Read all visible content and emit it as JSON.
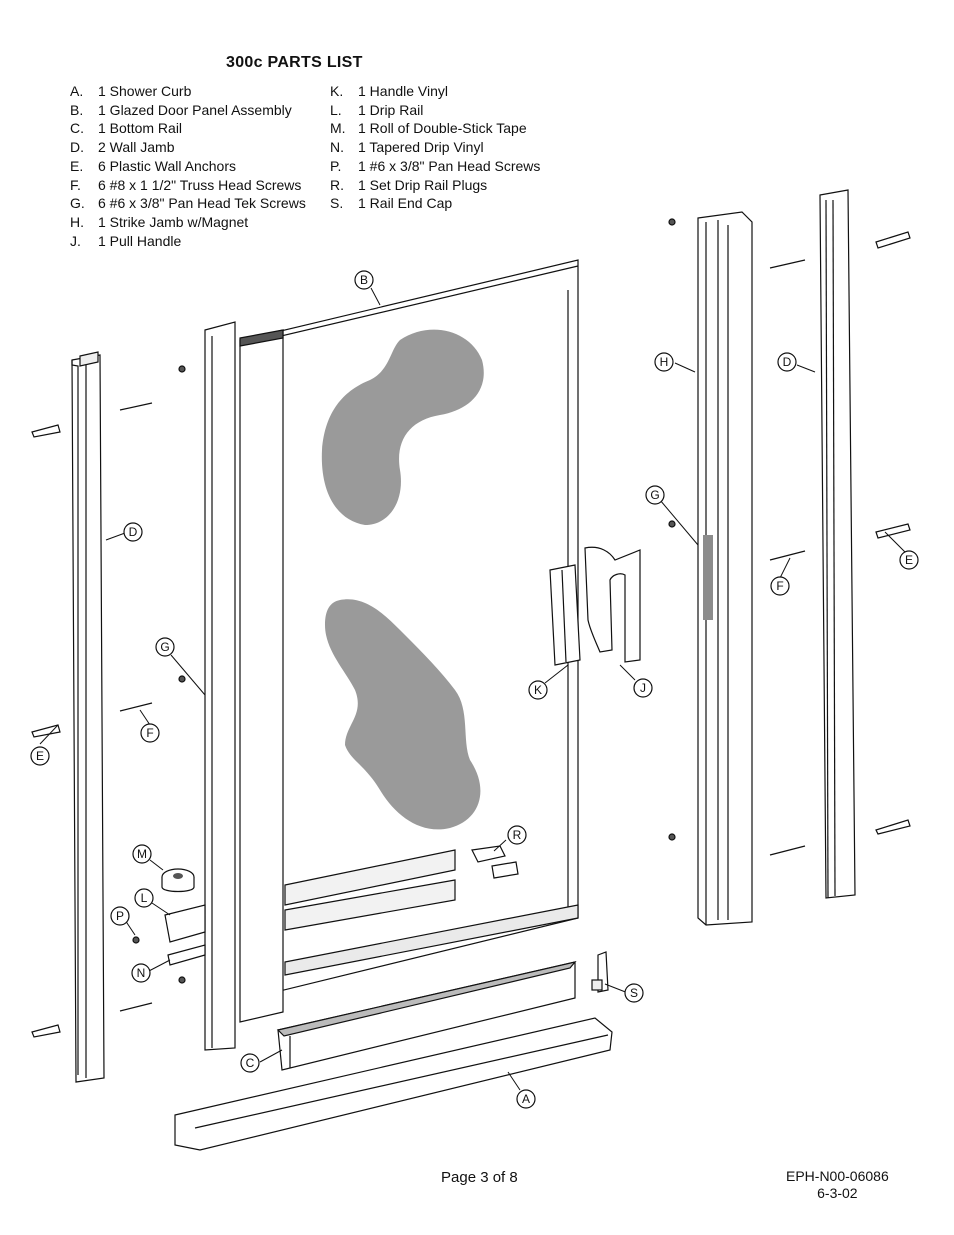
{
  "title": "300c PARTS LIST",
  "parts_col1": [
    {
      "letter": "A.",
      "text": "1 Shower Curb"
    },
    {
      "letter": "B.",
      "text": "1 Glazed Door Panel Assembly"
    },
    {
      "letter": "C.",
      "text": "1 Bottom Rail"
    },
    {
      "letter": "D.",
      "text": "2 Wall Jamb"
    },
    {
      "letter": "E.",
      "text": "6 Plastic Wall Anchors"
    },
    {
      "letter": "F.",
      "text": "6 #8 x 1 1/2\" Truss Head Screws"
    },
    {
      "letter": "G.",
      "text": "6 #6 x 3/8\" Pan Head Tek Screws"
    },
    {
      "letter": "H.",
      "text": "1 Strike Jamb w/Magnet"
    },
    {
      "letter": "J.",
      "text": "1 Pull Handle"
    }
  ],
  "parts_col2": [
    {
      "letter": "K.",
      "text": "1 Handle Vinyl"
    },
    {
      "letter": "L.",
      "text": "1 Drip Rail"
    },
    {
      "letter": "M.",
      "text": "1 Roll of Double-Stick Tape"
    },
    {
      "letter": "N.",
      "text": "1 Tapered Drip Vinyl"
    },
    {
      "letter": "P.",
      "text": "1 #6 x 3/8\" Pan Head Screws"
    },
    {
      "letter": "R.",
      "text": "1 Set Drip Rail Plugs"
    },
    {
      "letter": "S.",
      "text": "1 Rail End Cap"
    }
  ],
  "callouts": {
    "a": "A",
    "b": "B",
    "c": "C",
    "d": "D",
    "e": "E",
    "f": "F",
    "g": "G",
    "h": "H",
    "j": "J",
    "k": "K",
    "l": "L",
    "m": "M",
    "n": "N",
    "p": "P",
    "r": "R",
    "s": "S"
  },
  "footer": {
    "page": "Page 3 of 8",
    "doc_number": "EPH-N00-06086",
    "date": "6-3-02"
  }
}
